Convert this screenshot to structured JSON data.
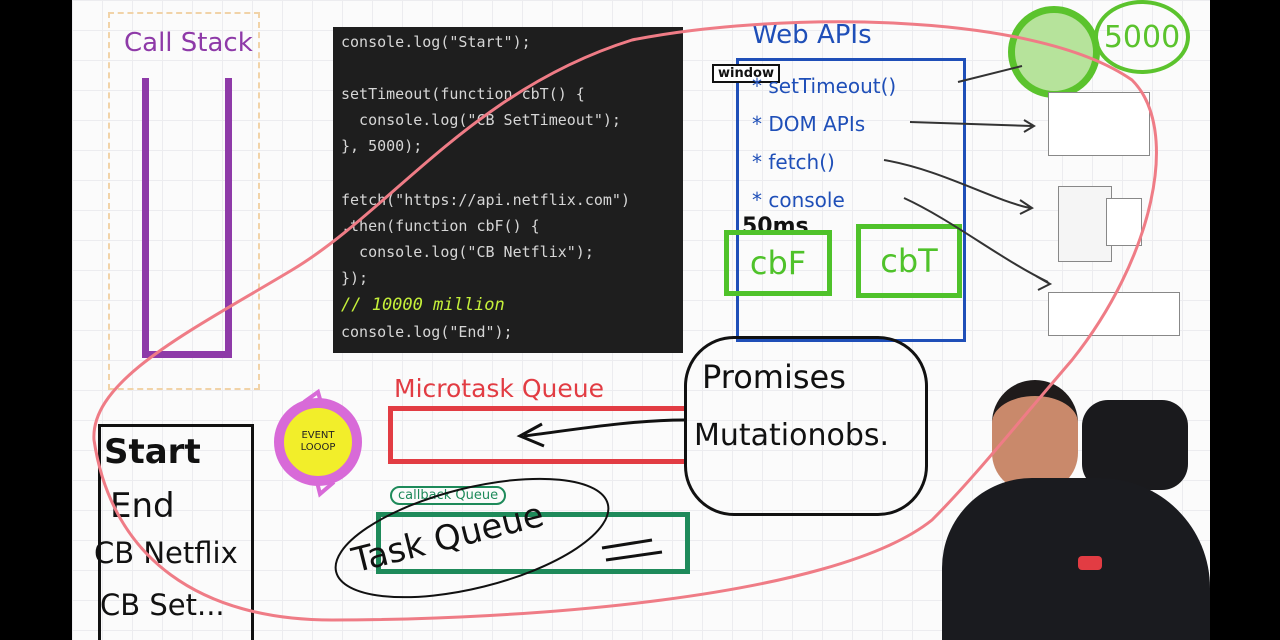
{
  "call_stack": {
    "title": "Call Stack"
  },
  "code": {
    "lines": [
      "console.log(\"Start\");",
      "",
      "setTimeout(function cbT() {",
      "  console.log(\"CB SetTimeout\");",
      "}, 5000);",
      "",
      "fetch(\"https://api.netflix.com\")",
      ".then(function cbF() {",
      "  console.log(\"CB Netflix\");",
      "});",
      "",
      "console.log(\"End\");"
    ],
    "annotation": "// 10000 million"
  },
  "web_apis": {
    "title": "Web APIs",
    "window_label": "window",
    "items": [
      "* setTimeout()",
      "* DOM APIs",
      "* fetch()",
      "* console"
    ],
    "latency": "50ms",
    "cb_f": "cbF",
    "cb_t": "cbT",
    "timer_value": "5000"
  },
  "event_loop": {
    "line1": "EVENT",
    "line2": "LOOOP"
  },
  "microtask": {
    "title": "Microtask Queue",
    "notes": [
      "Promises",
      "Mutationobs."
    ]
  },
  "callback_queue": {
    "label": "callback Queue",
    "title": "Task Queue"
  },
  "console_output": {
    "lines": [
      "Start",
      "End",
      "CB Netflix",
      "CB Set..."
    ]
  },
  "colors": {
    "call_stack": "#8e3aa8",
    "web_apis_border": "#1f4fb8",
    "green": "#4fc22a",
    "red_loop": "#ef7c86",
    "microtask_red": "#e23c43",
    "task_green": "#1e8a5a",
    "event_loop_ring": "#d86ad8",
    "event_loop_fill": "#f2ee2a"
  }
}
